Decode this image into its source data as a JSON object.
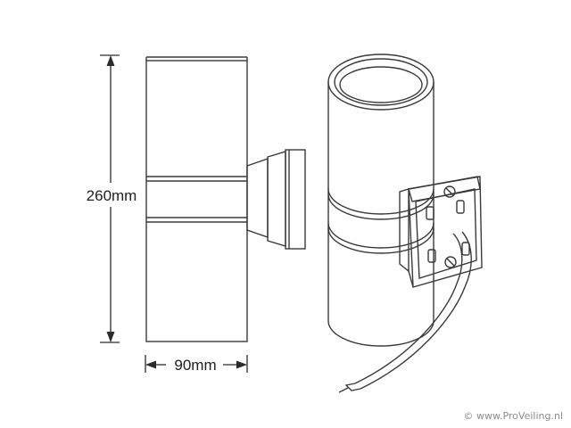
{
  "dimensions": {
    "height_label": "260mm",
    "width_label": "90mm"
  },
  "watermark": {
    "text": "© www.ProVeiling.nl"
  },
  "colors": {
    "line": "#3a3a3a",
    "dim_line": "#2b2b2b",
    "watermark": "#8c8c8c"
  }
}
